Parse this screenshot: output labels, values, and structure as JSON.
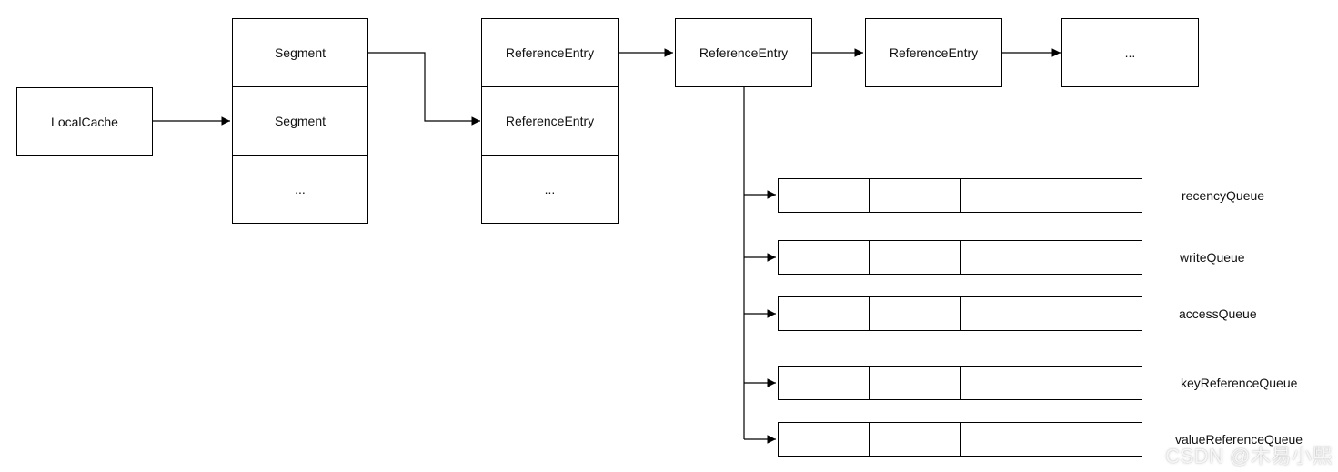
{
  "diagram": {
    "local_cache_label": "LocalCache",
    "segments": [
      "Segment",
      "Segment",
      "..."
    ],
    "entry_table": [
      "ReferenceEntry",
      "ReferenceEntry",
      "..."
    ],
    "entry_chain": [
      "ReferenceEntry",
      "ReferenceEntry",
      "..."
    ],
    "queues": [
      "recencyQueue",
      "writeQueue",
      "accessQueue",
      "keyReferenceQueue",
      "valueReferenceQueue"
    ],
    "watermark": "CSDN @木易小熙",
    "colors": {
      "stroke": "#000000",
      "text": "#111111",
      "background": "#ffffff"
    }
  }
}
